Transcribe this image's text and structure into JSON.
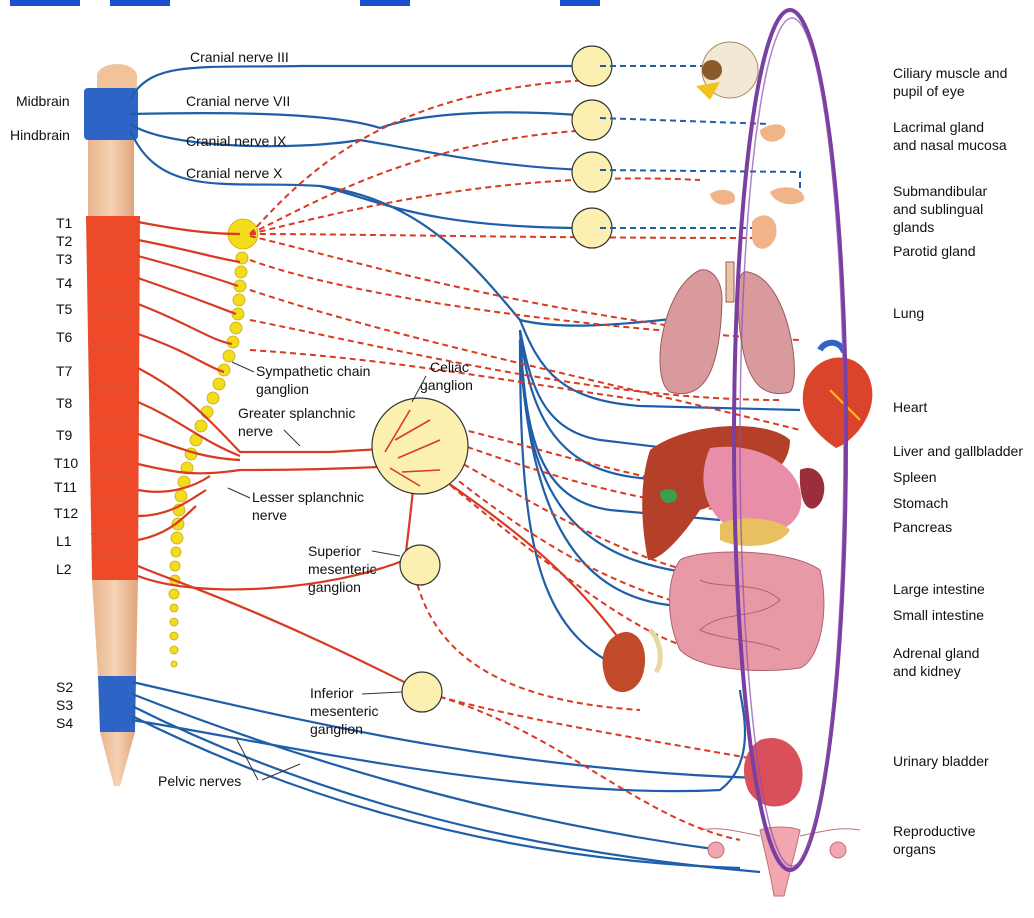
{
  "labels": {
    "midbrain": "Midbrain",
    "hindbrain": "Hindbrain",
    "cn3": "Cranial nerve III",
    "cn7": "Cranial nerve VII",
    "cn9": "Cranial nerve IX",
    "cn10": "Cranial nerve X",
    "symp_chain_1": "Sympathetic chain",
    "symp_chain_2": "ganglion",
    "celiac_1": "Celiac",
    "celiac_2": "ganglion",
    "greater_1": "Greater splanchnic",
    "greater_2": "nerve",
    "lesser_1": "Lesser splanchnic",
    "lesser_2": "nerve",
    "sup_mes_1": "Superior",
    "sup_mes_2": "mesenteric",
    "sup_mes_3": "ganglion",
    "inf_mes_1": "Inferior",
    "inf_mes_2": "mesenteric",
    "inf_mes_3": "ganglion",
    "pelvic": "Pelvic nerves"
  },
  "segments": [
    "T1",
    "T2",
    "T3",
    "T4",
    "T5",
    "T6",
    "T7",
    "T8",
    "T9",
    "T10",
    "T11",
    "T12",
    "L1",
    "L2",
    "S2",
    "S3",
    "S4"
  ],
  "organs": {
    "o1a": "Ciliary muscle and",
    "o1b": "pupil of eye",
    "o2a": "Lacrimal gland",
    "o2b": "and nasal mucosa",
    "o3a": "Submandibular",
    "o3b": "and sublingual",
    "o3c": "glands",
    "o4": "Parotid gland",
    "o5": "Lung",
    "o6": "Heart",
    "o7": "Liver and gallbladder",
    "o8": "Spleen",
    "o9": "Stomach",
    "o10": "Pancreas",
    "o11": "Large intestine",
    "o12": "Small intestine",
    "o13a": "Adrenal gland",
    "o13b": "and kidney",
    "o14": "Urinary bladder",
    "o15a": "Reproductive",
    "o15b": "organs"
  },
  "colors": {
    "parasympathetic": "#1f5ea8",
    "sympathetic": "#d83a22",
    "ganglion_fill": "#fbf0b0",
    "chain": "#f2dc1c",
    "annotation_ellipse": "#7a3fa0"
  }
}
